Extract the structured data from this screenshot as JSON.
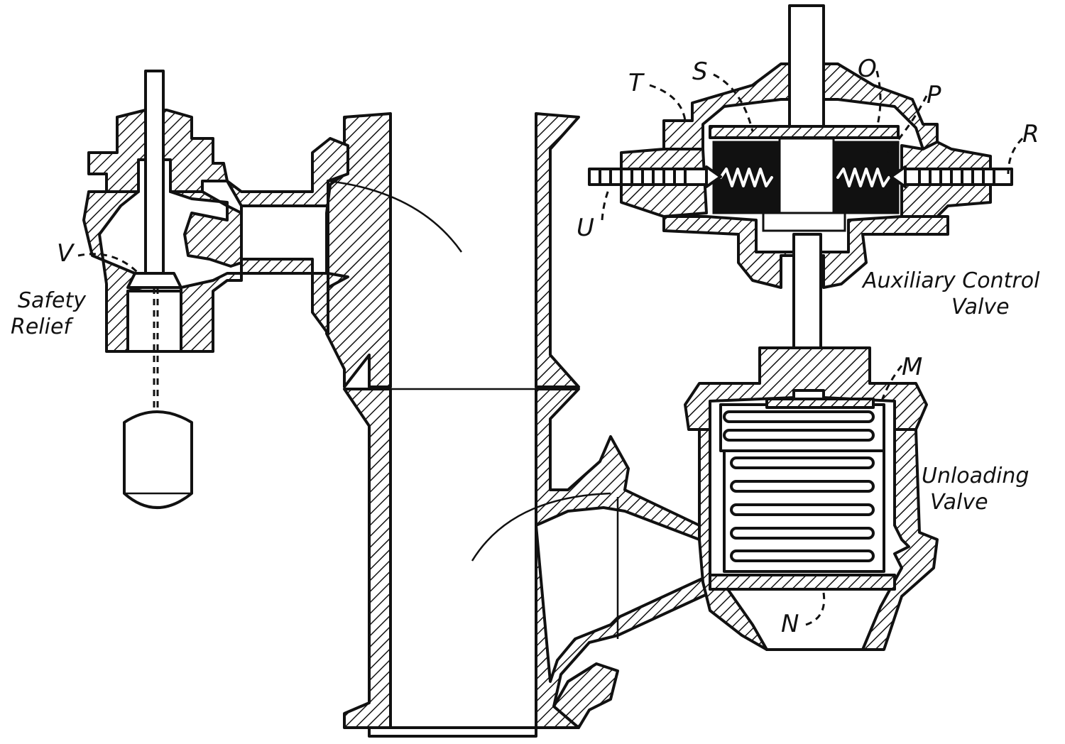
{
  "labels": {
    "T": "T",
    "S": "S",
    "O": "O",
    "P": "P",
    "R": "R",
    "U": "U",
    "V": "V",
    "M": "M",
    "N": "N",
    "safety_relief_line1": "Safety",
    "safety_relief_line2": "Relief",
    "auxiliary_line1": "Auxiliary Control",
    "auxiliary_line2": "Valve",
    "unloading_line1": "Unloading",
    "unloading_line2": "Valve"
  },
  "colors": {
    "ink": "#111111",
    "paper": "#ffffff"
  }
}
